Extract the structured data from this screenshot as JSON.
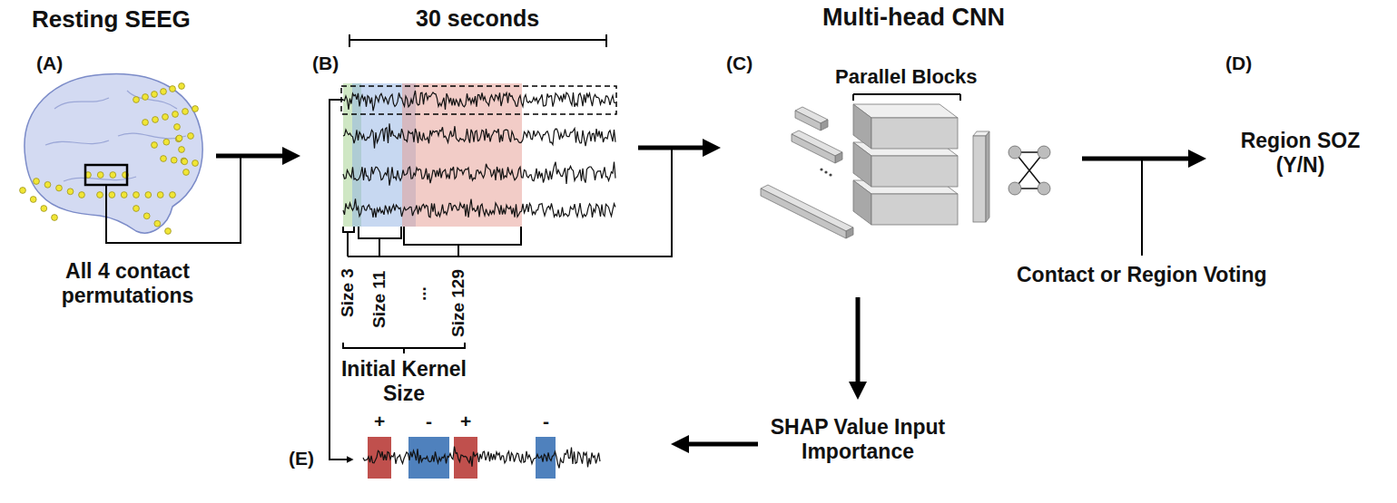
{
  "diagram": {
    "labels": [
      "Resting SEEG",
      "(A)",
      "All 4 contact permutations",
      "30 seconds",
      "(B)",
      "Size 3",
      "Size 11",
      "...",
      "Size 129",
      "Initial Kernel Size",
      "Multi-head CNN",
      "(C)",
      "Parallel Blocks",
      "(D)",
      "Region SOZ (Y/N)",
      "Contact or Region Voting",
      "SHAP Value Input Importance",
      "(E)",
      "+",
      "-",
      "+",
      "-"
    ]
  }
}
